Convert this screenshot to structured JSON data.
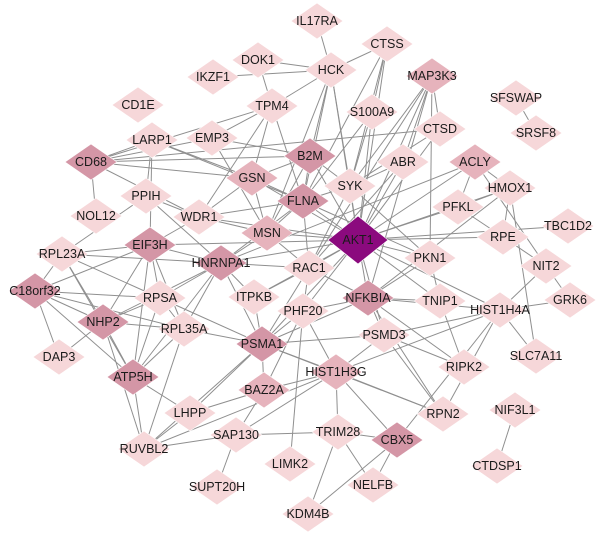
{
  "colors": {
    "light": "#f6d7d9",
    "medium": "#e6b3bc",
    "dark": "#d496a6",
    "hub": "#8b0a7e",
    "edge": "#8f8f8f"
  },
  "nodes": [
    {
      "id": "IL17RA",
      "label": "IL17RA",
      "level": "light"
    },
    {
      "id": "CTSS",
      "label": "CTSS",
      "level": "light"
    },
    {
      "id": "DOK1",
      "label": "DOK1",
      "level": "light"
    },
    {
      "id": "HCK",
      "label": "HCK",
      "level": "light"
    },
    {
      "id": "MAP3K3",
      "label": "MAP3K3",
      "level": "medium"
    },
    {
      "id": "IKZF1",
      "label": "IKZF1",
      "level": "light"
    },
    {
      "id": "SFSWAP",
      "label": "SFSWAP",
      "level": "light"
    },
    {
      "id": "CD1E",
      "label": "CD1E",
      "level": "light"
    },
    {
      "id": "TPM4",
      "label": "TPM4",
      "level": "light"
    },
    {
      "id": "S100A9",
      "label": "S100A9",
      "level": "light"
    },
    {
      "id": "SRSF8",
      "label": "SRSF8",
      "level": "light"
    },
    {
      "id": "LARP1",
      "label": "LARP1",
      "level": "light"
    },
    {
      "id": "EMP3",
      "label": "EMP3",
      "level": "light"
    },
    {
      "id": "CTSD",
      "label": "CTSD",
      "level": "light"
    },
    {
      "id": "CD68",
      "label": "CD68",
      "level": "dark"
    },
    {
      "id": "B2M",
      "label": "B2M",
      "level": "dark"
    },
    {
      "id": "ABR",
      "label": "ABR",
      "level": "light"
    },
    {
      "id": "ACLY",
      "label": "ACLY",
      "level": "medium"
    },
    {
      "id": "GSN",
      "label": "GSN",
      "level": "medium"
    },
    {
      "id": "SYK",
      "label": "SYK",
      "level": "light"
    },
    {
      "id": "HMOX1",
      "label": "HMOX1",
      "level": "light"
    },
    {
      "id": "PPIH",
      "label": "PPIH",
      "level": "light"
    },
    {
      "id": "FLNA",
      "label": "FLNA",
      "level": "dark"
    },
    {
      "id": "PFKL",
      "label": "PFKL",
      "level": "light"
    },
    {
      "id": "NOL12",
      "label": "NOL12",
      "level": "light"
    },
    {
      "id": "WDR1",
      "label": "WDR1",
      "level": "light"
    },
    {
      "id": "TBC1D2",
      "label": "TBC1D2",
      "level": "light"
    },
    {
      "id": "AKT1",
      "label": "AKT1",
      "level": "hub"
    },
    {
      "id": "RPE",
      "label": "RPE",
      "level": "light"
    },
    {
      "id": "EIF3H",
      "label": "EIF3H",
      "level": "dark"
    },
    {
      "id": "MSN",
      "label": "MSN",
      "level": "medium"
    },
    {
      "id": "RPL23A",
      "label": "RPL23A",
      "level": "light"
    },
    {
      "id": "HNRNPA1",
      "label": "HNRNPA1",
      "level": "dark"
    },
    {
      "id": "RAC1",
      "label": "RAC1",
      "level": "light"
    },
    {
      "id": "PKN1",
      "label": "PKN1",
      "level": "light"
    },
    {
      "id": "NIT2",
      "label": "NIT2",
      "level": "light"
    },
    {
      "id": "C18orf32",
      "label": "C18orf32",
      "level": "dark"
    },
    {
      "id": "RPSA",
      "label": "RPSA",
      "level": "light"
    },
    {
      "id": "ITPKB",
      "label": "ITPKB",
      "level": "light"
    },
    {
      "id": "NFKBIA",
      "label": "NFKBIA",
      "level": "dark"
    },
    {
      "id": "TNIP1",
      "label": "TNIP1",
      "level": "light"
    },
    {
      "id": "GRK6",
      "label": "GRK6",
      "level": "light"
    },
    {
      "id": "NHP2",
      "label": "NHP2",
      "level": "dark"
    },
    {
      "id": "PHF20",
      "label": "PHF20",
      "level": "light"
    },
    {
      "id": "HIST1H4A",
      "label": "HIST1H4A",
      "level": "light"
    },
    {
      "id": "DAP3",
      "label": "DAP3",
      "level": "light"
    },
    {
      "id": "RPL35A",
      "label": "RPL35A",
      "level": "light"
    },
    {
      "id": "PSMA1",
      "label": "PSMA1",
      "level": "dark"
    },
    {
      "id": "PSMD3",
      "label": "PSMD3",
      "level": "light"
    },
    {
      "id": "SLC7A11",
      "label": "SLC7A11",
      "level": "light"
    },
    {
      "id": "ATP5H",
      "label": "ATP5H",
      "level": "dark"
    },
    {
      "id": "HIST1H3G",
      "label": "HIST1H3G",
      "level": "medium"
    },
    {
      "id": "RIPK2",
      "label": "RIPK2",
      "level": "light"
    },
    {
      "id": "BAZ2A",
      "label": "BAZ2A",
      "level": "medium"
    },
    {
      "id": "LHPP",
      "label": "LHPP",
      "level": "light"
    },
    {
      "id": "RPN2",
      "label": "RPN2",
      "level": "light"
    },
    {
      "id": "NIF3L1",
      "label": "NIF3L1",
      "level": "light"
    },
    {
      "id": "SAP130",
      "label": "SAP130",
      "level": "light"
    },
    {
      "id": "TRIM28",
      "label": "TRIM28",
      "level": "light"
    },
    {
      "id": "CBX5",
      "label": "CBX5",
      "level": "dark"
    },
    {
      "id": "RUVBL2",
      "label": "RUVBL2",
      "level": "light"
    },
    {
      "id": "LIMK2",
      "label": "LIMK2",
      "level": "light"
    },
    {
      "id": "CTDSP1",
      "label": "CTDSP1",
      "level": "light"
    },
    {
      "id": "SUPT20H",
      "label": "SUPT20H",
      "level": "light"
    },
    {
      "id": "NELFB",
      "label": "NELFB",
      "level": "light"
    },
    {
      "id": "KDM4B",
      "label": "KDM4B",
      "level": "light"
    }
  ],
  "edges": [
    [
      "IL17RA",
      "HCK"
    ],
    [
      "CTSS",
      "HCK"
    ],
    [
      "CTSS",
      "SYK"
    ],
    [
      "CTSS",
      "S100A9"
    ],
    [
      "CTSS",
      "FLNA"
    ],
    [
      "CTSS",
      "AKT1"
    ],
    [
      "DOK1",
      "HCK"
    ],
    [
      "DOK1",
      "TPM4"
    ],
    [
      "HCK",
      "SYK"
    ],
    [
      "HCK",
      "IKZF1"
    ],
    [
      "HCK",
      "B2M"
    ],
    [
      "HCK",
      "TPM4"
    ],
    [
      "HCK",
      "FLNA"
    ],
    [
      "HCK",
      "MSN"
    ],
    [
      "HCK",
      "AKT1"
    ],
    [
      "MAP3K3",
      "AKT1"
    ],
    [
      "MAP3K3",
      "SYK"
    ],
    [
      "MAP3K3",
      "PKN1"
    ],
    [
      "MAP3K3",
      "ABR"
    ],
    [
      "MAP3K3",
      "RAC1"
    ],
    [
      "MAP3K3",
      "NFKBIA"
    ],
    [
      "MAP3K3",
      "CTSD"
    ],
    [
      "SFSWAP",
      "SRSF8"
    ],
    [
      "TPM4",
      "GSN"
    ],
    [
      "TPM4",
      "FLNA"
    ],
    [
      "TPM4",
      "EMP3"
    ],
    [
      "TPM4",
      "WDR1"
    ],
    [
      "TPM4",
      "CD68"
    ],
    [
      "S100A9",
      "AKT1"
    ],
    [
      "S100A9",
      "SYK"
    ],
    [
      "S100A9",
      "FLNA"
    ],
    [
      "LARP1",
      "CD68"
    ],
    [
      "LARP1",
      "GSN"
    ],
    [
      "LARP1",
      "EIF3H"
    ],
    [
      "LARP1",
      "FLNA"
    ],
    [
      "LARP1",
      "PPIH"
    ],
    [
      "EMP3",
      "CD68"
    ],
    [
      "EMP3",
      "B2M"
    ],
    [
      "EMP3",
      "MSN"
    ],
    [
      "CTSD",
      "CD68"
    ],
    [
      "CTSD",
      "AKT1"
    ],
    [
      "CTSD",
      "SYK"
    ],
    [
      "CD68",
      "B2M"
    ],
    [
      "CD68",
      "GSN"
    ],
    [
      "CD68",
      "WDR1"
    ],
    [
      "CD68",
      "NOL12"
    ],
    [
      "B2M",
      "GSN"
    ],
    [
      "B2M",
      "FLNA"
    ],
    [
      "B2M",
      "SYK"
    ],
    [
      "B2M",
      "AKT1"
    ],
    [
      "B2M",
      "MSN"
    ],
    [
      "ABR",
      "AKT1"
    ],
    [
      "ABR",
      "RAC1"
    ],
    [
      "ABR",
      "SYK"
    ],
    [
      "ACLY",
      "AKT1"
    ],
    [
      "ACLY",
      "PFKL"
    ],
    [
      "ACLY",
      "HMOX1"
    ],
    [
      "ACLY",
      "NIT2"
    ],
    [
      "ACLY",
      "HNRNPA1"
    ],
    [
      "GSN",
      "FLNA"
    ],
    [
      "GSN",
      "WDR1"
    ],
    [
      "GSN",
      "MSN"
    ],
    [
      "GSN",
      "AKT1"
    ],
    [
      "SYK",
      "AKT1"
    ],
    [
      "SYK",
      "FLNA"
    ],
    [
      "SYK",
      "RAC1"
    ],
    [
      "SYK",
      "PKN1"
    ],
    [
      "HMOX1",
      "AKT1"
    ],
    [
      "HMOX1",
      "NFKBIA"
    ],
    [
      "HMOX1",
      "RPE"
    ],
    [
      "HMOX1",
      "PFKL"
    ],
    [
      "HMOX1",
      "SLC7A11"
    ],
    [
      "PPIH",
      "WDR1"
    ],
    [
      "PPIH",
      "HNRNPA1"
    ],
    [
      "PPIH",
      "RPL23A"
    ],
    [
      "FLNA",
      "AKT1"
    ],
    [
      "FLNA",
      "MSN"
    ],
    [
      "FLNA",
      "WDR1"
    ],
    [
      "FLNA",
      "RAC1"
    ],
    [
      "FLNA",
      "HNRNPA1"
    ],
    [
      "FLNA",
      "PKN1"
    ],
    [
      "PFKL",
      "AKT1"
    ],
    [
      "PFKL",
      "RPE"
    ],
    [
      "WDR1",
      "MSN"
    ],
    [
      "WDR1",
      "EIF3H"
    ],
    [
      "WDR1",
      "AKT1"
    ],
    [
      "TBC1D2",
      "AKT1"
    ],
    [
      "AKT1",
      "MSN"
    ],
    [
      "AKT1",
      "RAC1"
    ],
    [
      "AKT1",
      "PKN1"
    ],
    [
      "AKT1",
      "NFKBIA"
    ],
    [
      "AKT1",
      "HNRNPA1"
    ],
    [
      "AKT1",
      "TNIP1"
    ],
    [
      "AKT1",
      "RPE"
    ],
    [
      "AKT1",
      "PSMA1"
    ],
    [
      "AKT1",
      "PHF20"
    ],
    [
      "AKT1",
      "HIST1H4A"
    ],
    [
      "AKT1",
      "ITPKB"
    ],
    [
      "AKT1",
      "PSMD3"
    ],
    [
      "AKT1",
      "EIF3H"
    ],
    [
      "EIF3H",
      "HNRNPA1"
    ],
    [
      "EIF3H",
      "RPSA"
    ],
    [
      "EIF3H",
      "RPL23A"
    ],
    [
      "EIF3H",
      "NHP2"
    ],
    [
      "EIF3H",
      "ATP5H"
    ],
    [
      "EIF3H",
      "C18orf32"
    ],
    [
      "EIF3H",
      "RPL35A"
    ],
    [
      "MSN",
      "RAC1"
    ],
    [
      "MSN",
      "HNRNPA1"
    ],
    [
      "RPL23A",
      "C18orf32"
    ],
    [
      "RPL23A",
      "NHP2"
    ],
    [
      "RPL23A",
      "RPSA"
    ],
    [
      "RPL23A",
      "ATP5H"
    ],
    [
      "RPL23A",
      "HNRNPA1"
    ],
    [
      "HNRNPA1",
      "RPSA"
    ],
    [
      "HNRNPA1",
      "PSMA1"
    ],
    [
      "HNRNPA1",
      "NHP2"
    ],
    [
      "HNRNPA1",
      "RAC1"
    ],
    [
      "HNRNPA1",
      "ITPKB"
    ],
    [
      "HNRNPA1",
      "RPL35A"
    ],
    [
      "HNRNPA1",
      "ATP5H"
    ],
    [
      "RAC1",
      "NFKBIA"
    ],
    [
      "RAC1",
      "PHF20"
    ],
    [
      "RAC1",
      "ITPKB"
    ],
    [
      "RAC1",
      "PSMA1"
    ],
    [
      "PKN1",
      "NFKBIA"
    ],
    [
      "PKN1",
      "TNIP1"
    ],
    [
      "NIT2",
      "RPE"
    ],
    [
      "NIT2",
      "GRK6"
    ],
    [
      "NIT2",
      "HIST1H4A"
    ],
    [
      "C18orf32",
      "NHP2"
    ],
    [
      "C18orf32",
      "RPSA"
    ],
    [
      "C18orf32",
      "DAP3"
    ],
    [
      "C18orf32",
      "ATP5H"
    ],
    [
      "C18orf32",
      "RPL35A"
    ],
    [
      "RPSA",
      "NHP2"
    ],
    [
      "RPSA",
      "RPL35A"
    ],
    [
      "RPSA",
      "ATP5H"
    ],
    [
      "RPSA",
      "PSMA1"
    ],
    [
      "ITPKB",
      "PSMA1"
    ],
    [
      "NFKBIA",
      "TNIP1"
    ],
    [
      "NFKBIA",
      "PSMA1"
    ],
    [
      "NFKBIA",
      "PSMD3"
    ],
    [
      "NFKBIA",
      "HIST1H4A"
    ],
    [
      "NFKBIA",
      "RIPK2"
    ],
    [
      "NFKBIA",
      "PHF20"
    ],
    [
      "NFKBIA",
      "RPN2"
    ],
    [
      "TNIP1",
      "RIPK2"
    ],
    [
      "GRK6",
      "HIST1H4A"
    ],
    [
      "NHP2",
      "DAP3"
    ],
    [
      "NHP2",
      "ATP5H"
    ],
    [
      "NHP2",
      "RPL35A"
    ],
    [
      "NHP2",
      "RUVBL2"
    ],
    [
      "PHF20",
      "HIST1H3G"
    ],
    [
      "PHF20",
      "PSMA1"
    ],
    [
      "PHF20",
      "BAZ2A"
    ],
    [
      "PHF20",
      "LIMK2"
    ],
    [
      "HIST1H4A",
      "HIST1H3G"
    ],
    [
      "HIST1H4A",
      "PSMD3"
    ],
    [
      "HIST1H4A",
      "SLC7A11"
    ],
    [
      "HIST1H4A",
      "CBX5"
    ],
    [
      "HIST1H4A",
      "RPN2"
    ],
    [
      "RPL35A",
      "ATP5H"
    ],
    [
      "RPL35A",
      "PSMA1"
    ],
    [
      "RPL35A",
      "RUVBL2"
    ],
    [
      "PSMA1",
      "PSMD3"
    ],
    [
      "PSMA1",
      "BAZ2A"
    ],
    [
      "PSMA1",
      "HIST1H3G"
    ],
    [
      "PSMA1",
      "LHPP"
    ],
    [
      "PSMA1",
      "RPN2"
    ],
    [
      "PSMD3",
      "RPN2"
    ],
    [
      "PSMD3",
      "HIST1H3G"
    ],
    [
      "PSMD3",
      "RIPK2"
    ],
    [
      "ATP5H",
      "RUVBL2"
    ],
    [
      "ATP5H",
      "LHPP"
    ],
    [
      "HIST1H3G",
      "CBX5"
    ],
    [
      "HIST1H3G",
      "BAZ2A"
    ],
    [
      "HIST1H3G",
      "TRIM28"
    ],
    [
      "HIST1H3G",
      "SAP130"
    ],
    [
      "HIST1H3G",
      "RUVBL2"
    ],
    [
      "HIST1H3G",
      "RPN2"
    ],
    [
      "BAZ2A",
      "SAP130"
    ],
    [
      "BAZ2A",
      "LHPP"
    ],
    [
      "LHPP",
      "RUVBL2"
    ],
    [
      "NIF3L1",
      "CTDSP1"
    ],
    [
      "SAP130",
      "SUPT20H"
    ],
    [
      "SAP130",
      "RUVBL2"
    ],
    [
      "SAP130",
      "TRIM28"
    ],
    [
      "TRIM28",
      "CBX5"
    ],
    [
      "TRIM28",
      "KDM4B"
    ],
    [
      "TRIM28",
      "NELFB"
    ],
    [
      "CBX5",
      "KDM4B"
    ],
    [
      "CBX5",
      "NELFB"
    ],
    [
      "RUVBL2",
      "PSMA1"
    ]
  ]
}
